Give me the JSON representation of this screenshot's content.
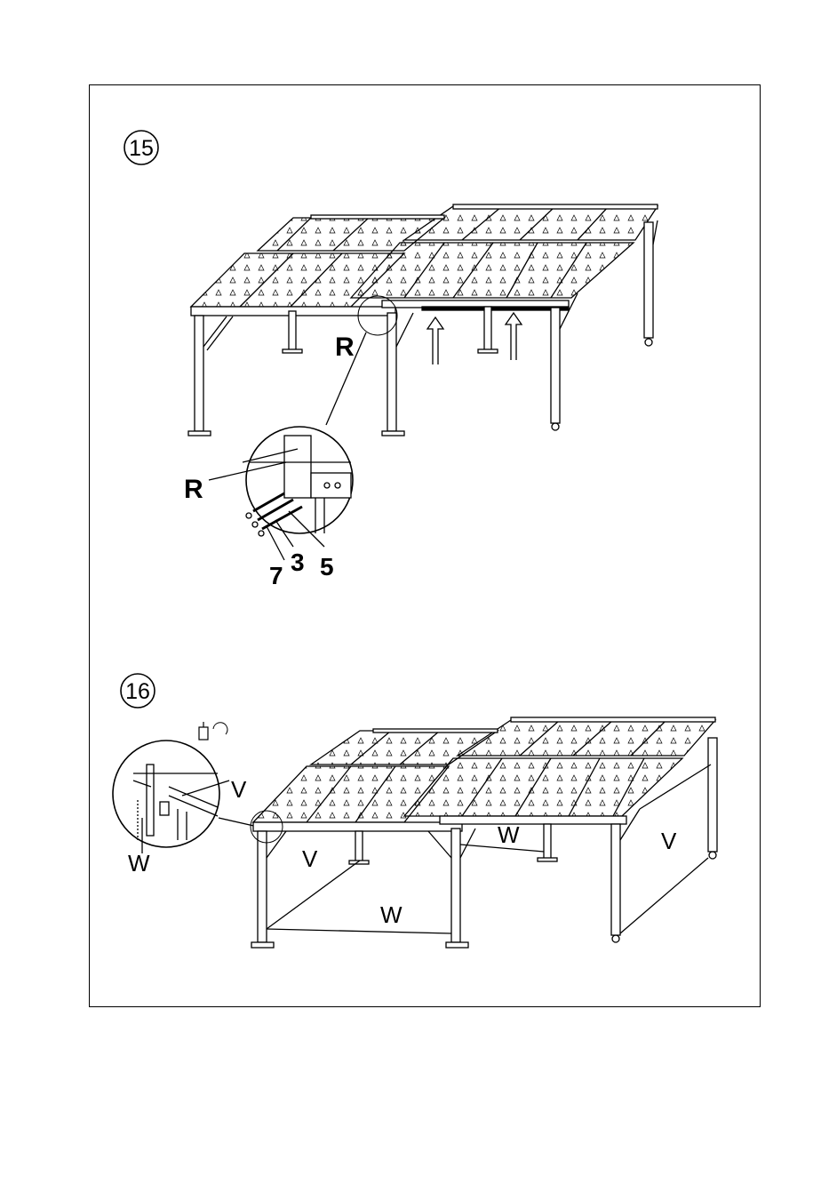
{
  "steps": [
    {
      "number": "15",
      "labels": {
        "R_main": "R",
        "R_detail": "R",
        "part_7": "7",
        "part_3": "3",
        "part_5": "5"
      }
    },
    {
      "number": "16",
      "labels": {
        "V_detail": "V",
        "W_detail": "W",
        "V_left": "V",
        "W_top": "W",
        "V_right": "V",
        "W_bottom": "W"
      }
    }
  ]
}
